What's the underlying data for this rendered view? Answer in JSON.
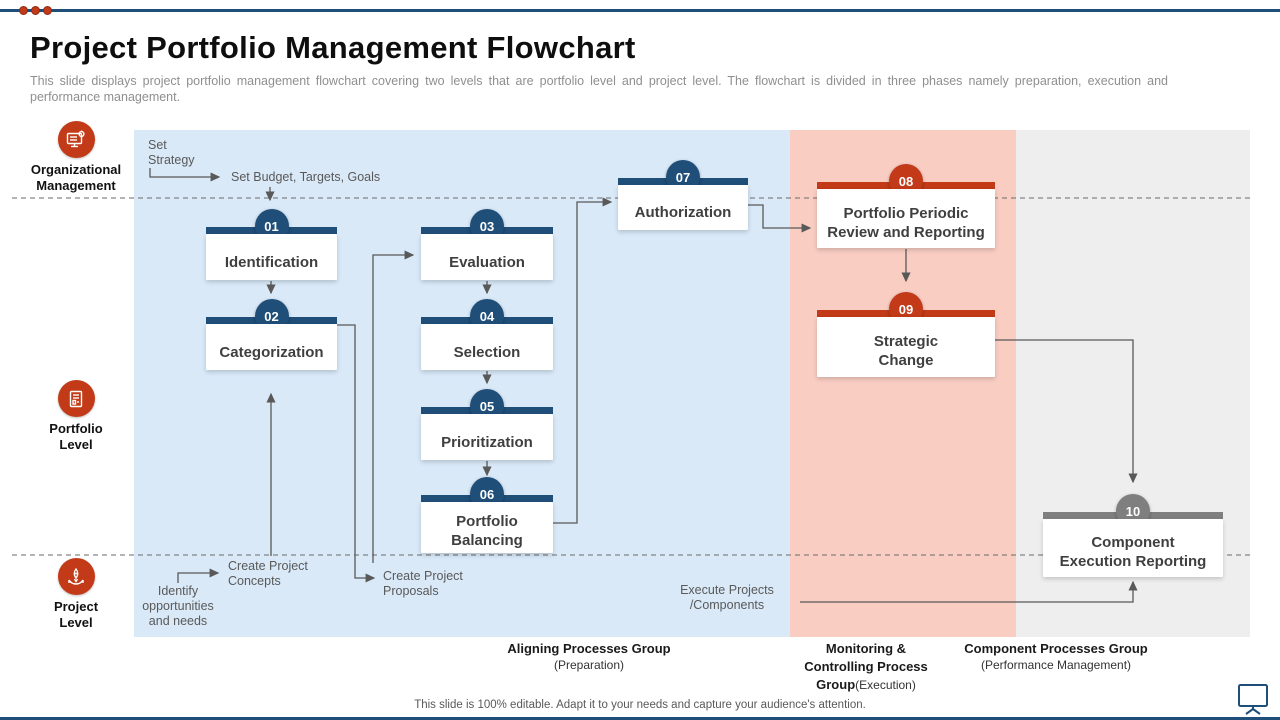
{
  "title": "Project Portfolio Management Flowchart",
  "description": "This slide displays project portfolio management flowchart covering two levels that are portfolio level and project level. The flowchart is divided in three phases namely preparation, execution and performance management.",
  "footer": "This slide is 100% editable.  Adapt it to your needs and capture your audience's attention.",
  "rows": [
    {
      "label": "Organizational\nManagement",
      "icon": "monitor-gear-icon"
    },
    {
      "label": "Portfolio\nLevel",
      "icon": "report-document-icon"
    },
    {
      "label": "Project\nLevel",
      "icon": "rocket-hands-icon"
    }
  ],
  "nodes": [
    {
      "num": "01",
      "label": "Identification",
      "color": "navy"
    },
    {
      "num": "02",
      "label": "Categorization",
      "color": "navy"
    },
    {
      "num": "03",
      "label": "Evaluation",
      "color": "navy"
    },
    {
      "num": "04",
      "label": "Selection",
      "color": "navy"
    },
    {
      "num": "05",
      "label": "Prioritization",
      "color": "navy"
    },
    {
      "num": "06",
      "label": "Portfolio\nBalancing",
      "color": "navy"
    },
    {
      "num": "07",
      "label": "Authorization",
      "color": "navy"
    },
    {
      "num": "08",
      "label": "Portfolio Periodic\nReview and Reporting",
      "color": "red"
    },
    {
      "num": "09",
      "label": "Strategic\nChange",
      "color": "red"
    },
    {
      "num": "10",
      "label": "Component\nExecution Reporting",
      "color": "gray"
    }
  ],
  "flow": {
    "set_strategy": "Set\nStrategy",
    "set_budget": "Set Budget,  Targets,  Goals",
    "create_concepts": "Create Project\nConcepts",
    "create_proposals": "Create Project\nProposals",
    "identify_needs": "Identify\nopportunities\nand needs",
    "execute_projects": "Execute Projects\n/Components"
  },
  "phases": [
    {
      "title": "Aligning Processes  Group",
      "subtitle": "(Preparation)"
    },
    {
      "title": "Monitoring &\nControlling Process\nGroup",
      "subtitle": "(Execution)"
    },
    {
      "title": "Component Processes  Group",
      "subtitle": "(Performance Management)"
    }
  ],
  "colors": {
    "navy": "#1f4e79",
    "red": "#c23a17",
    "gray": "#7f7f7f",
    "blue_bg": "#d9e9f8",
    "salmon_bg": "#f9cdc2",
    "gray_bg": "#efeeee",
    "connector": "#595959"
  }
}
